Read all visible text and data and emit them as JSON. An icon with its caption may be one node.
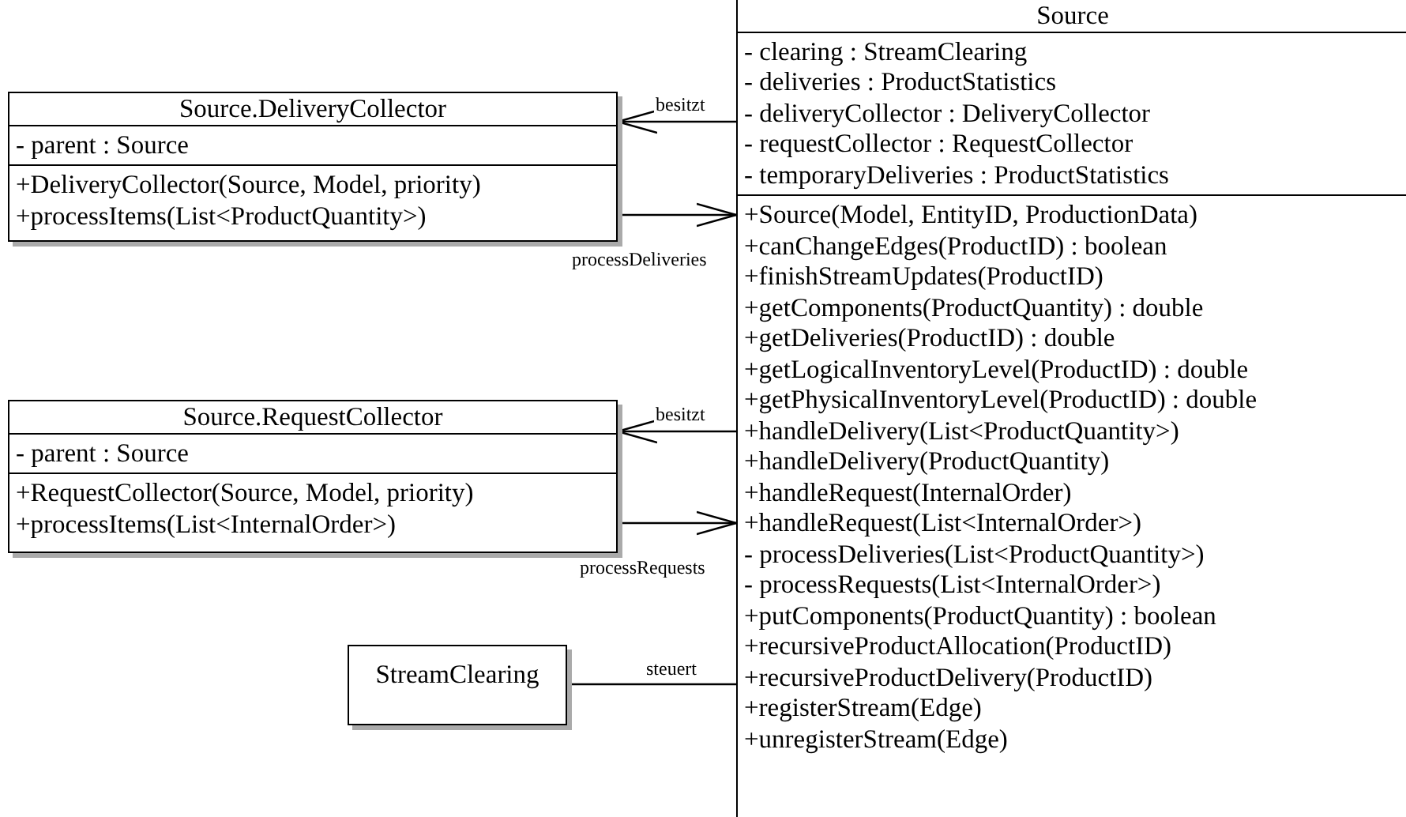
{
  "diagram": {
    "nodes": [
      {
        "text": [
          "Source"
        ]
      },
      {
        "text": [
          "- clearing : StreamClearing",
          "- deliveries : ProductStatistics",
          "- deliveryCollector : DeliveryCollector",
          "- requestCollector : RequestCollector",
          "- temporaryDeliveries : ProductStatistics"
        ],
        "in": 0
      },
      {
        "text": [
          "+Source(Model, EntityID, ProductionData)",
          "+canChangeEdges(ProductID) : boolean",
          "+finishStreamUpdates(ProductID)",
          "+getComponents(ProductQuantity) : double",
          "+getDeliveries(ProductID) : double",
          "+getLogicalInventoryLevel(ProductID) : double",
          "+getPhysicalInventoryLevel(ProductID) : double",
          "+handleDelivery(List<ProductQuantity>)",
          "+handleDelivery(ProductQuantity)",
          "+handleRequest(InternalOrder)",
          "+handleRequest(List<InternalOrder>)",
          "- processDeliveries(List<ProductQuantity>)",
          "- processRequests(List<InternalOrder>)",
          "+putComponents(ProductQuantity) : boolean",
          "+recursiveProductAllocation(ProductID)",
          "+recursiveProductDelivery(ProductID)",
          "+registerStream(Edge)",
          "+unregisterStream(Edge)"
        ],
        "in": 0
      },
      {
        "text": [
          "Source.DeliveryCollector"
        ]
      },
      {
        "text": [
          "- parent : Source"
        ],
        "in": 3
      },
      {
        "text": [
          "+DeliveryCollector(Source, Model, priority)",
          "+processItems(List<ProductQuantity>)"
        ],
        "in": 3
      },
      {
        "text": [
          "Source.RequestCollector"
        ]
      },
      {
        "text": [
          "- parent : Source"
        ],
        "in": 6
      },
      {
        "text": [
          "+RequestCollector(Source, Model, priority)",
          "+processItems(List<InternalOrder>)"
        ],
        "in": 6
      },
      {
        "text": [
          "StreamClearing"
        ]
      }
    ],
    "edges": [
      {
        "from": 0,
        "to": 3,
        "arrow": "to",
        "label": "besitzt"
      },
      {
        "from": 3,
        "to": 0,
        "arrow": "to",
        "label": "processDeliveries"
      },
      {
        "from": 0,
        "to": 6,
        "arrow": "to",
        "label": "besitzt"
      },
      {
        "from": 6,
        "to": 0,
        "arrow": "to",
        "label": "processRequests"
      },
      {
        "from": 9,
        "to": 0,
        "arrow": "none",
        "label": "steuert"
      }
    ]
  }
}
